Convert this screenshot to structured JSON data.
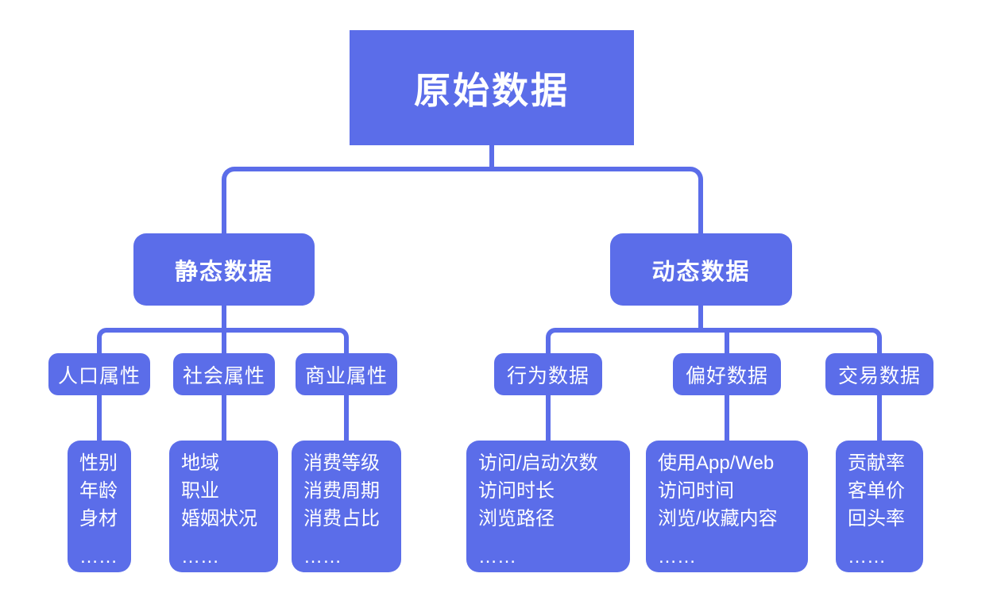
{
  "diagram": {
    "title": "原始数据",
    "root": {
      "label": "原始数据"
    },
    "branches": [
      {
        "label": "静态数据",
        "children": [
          {
            "label": "人口属性",
            "items": [
              "性别",
              "年龄",
              "身材",
              "……"
            ]
          },
          {
            "label": "社会属性",
            "items": [
              "地域",
              "职业",
              "婚姻状况",
              "……"
            ]
          },
          {
            "label": "商业属性",
            "items": [
              "消费等级",
              "消费周期",
              "消费占比",
              "……"
            ]
          }
        ]
      },
      {
        "label": "动态数据",
        "children": [
          {
            "label": "行为数据",
            "items": [
              "访问/启动次数",
              "访问时长",
              "浏览路径",
              "……"
            ]
          },
          {
            "label": "偏好数据",
            "items": [
              "使用App/Web",
              "访问时间",
              "浏览/收藏内容",
              "……"
            ]
          },
          {
            "label": "交易数据",
            "items": [
              "贡献率",
              "客单价",
              "回头率",
              "……"
            ]
          }
        ]
      }
    ],
    "colors": {
      "node_fill": "#5B6DE9",
      "node_text": "#FFFFFF",
      "connector": "#5B6DE9",
      "background": "#FFFFFF"
    }
  }
}
